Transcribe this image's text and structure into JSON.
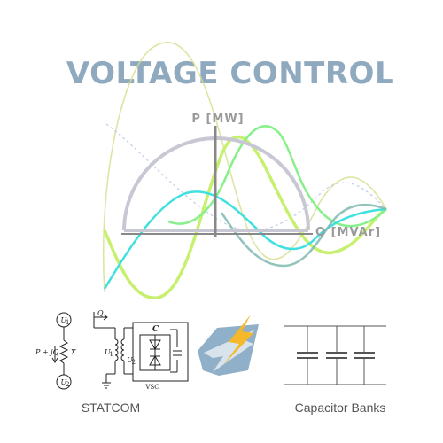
{
  "title": "VOLTAGE CONTROL",
  "diagram": {
    "axis_p_label": "P [MW]",
    "axis_q_label": "Q [MVAr]"
  },
  "circuits": {
    "source_label": "P + jQ",
    "reactance_label": "X",
    "u1_label": "U",
    "u1_sub": "1",
    "u2_label": "U",
    "u2_sub": "2",
    "q_label": "Q",
    "transformer_label": "U",
    "transformer_sub": "1",
    "transformer_u2_label": "U",
    "transformer_u2_sub": "2",
    "capacitor_label": "C",
    "vsc_label": "VSC"
  },
  "captions": {
    "statcom": "STATCOM",
    "capacitor_banks": "Capacitor Banks"
  },
  "colors": {
    "title": "#8fa9bf",
    "wave_green": "#88f08a",
    "wave_cyan": "#3fe0e0",
    "wave_lime": "#c6f06e",
    "wave_olive": "#d6de8c",
    "semicircle": "#c8c8d4",
    "lightning_bg": "#8fb0c8",
    "lightning_bolt": "#f4b82a"
  },
  "icons": {
    "power": "lightning-icon"
  }
}
